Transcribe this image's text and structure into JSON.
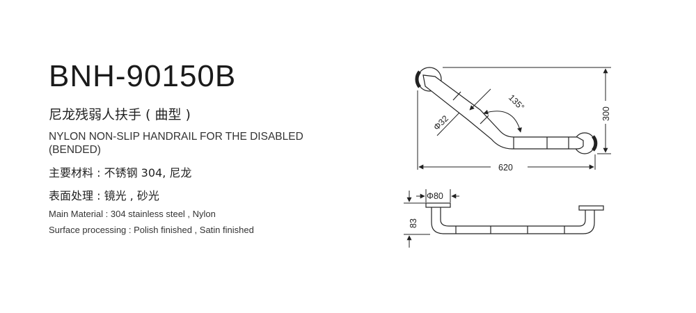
{
  "product": {
    "model": "BNH-90150B",
    "name_cn": "尼龙残弱人扶手 ( 曲型 )",
    "name_en_line1": "NYLON NON-SLIP HANDRAIL FOR THE DISABLED",
    "name_en_line2": "(BENDED)"
  },
  "specs": {
    "material_cn": "主要材料 :  不锈钢 304, 尼龙",
    "finish_cn": "表面处理 :  镜光 , 砂光",
    "material_en": "Main Material : 304 stainless steel , Nylon",
    "finish_en": "Surface processing : Polish finished , Satin finished"
  },
  "drawing": {
    "diameter_tube": "Φ32",
    "angle": "135°",
    "height": "300",
    "length": "620",
    "diameter_flange": "Φ80",
    "projection": "83"
  }
}
